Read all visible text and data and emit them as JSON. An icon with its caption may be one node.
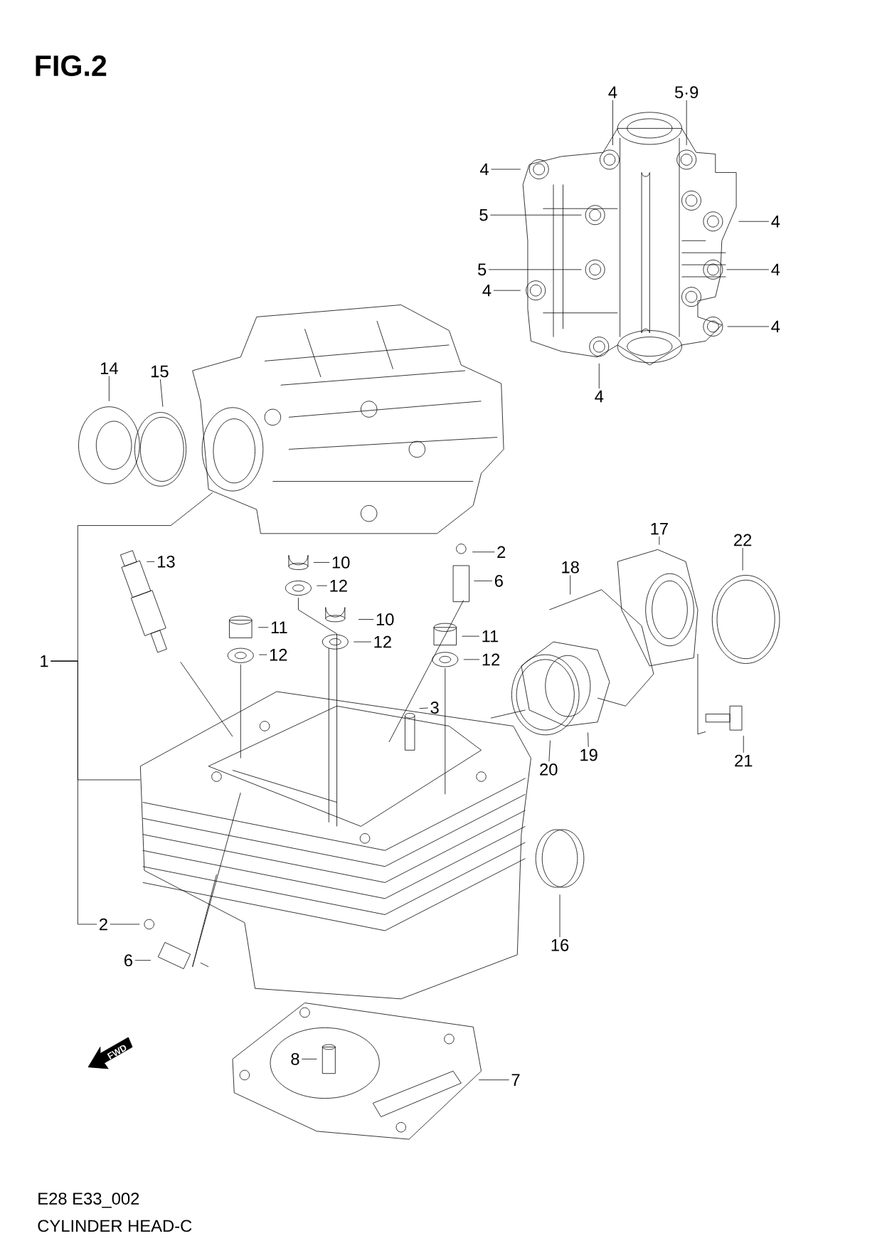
{
  "diagram": {
    "title": "FIG.2",
    "caption": "CYLINDER HEAD-C",
    "nodes": [
      {
        "text": [
          "4"
        ]
      },
      {
        "text": [
          "5·9"
        ]
      },
      {
        "text": [
          "4"
        ]
      },
      {
        "text": [
          "5"
        ]
      },
      {
        "text": [
          "4"
        ]
      },
      {
        "text": [
          "5"
        ]
      },
      {
        "text": [
          "4"
        ]
      },
      {
        "text": [
          "4"
        ]
      },
      {
        "text": [
          "4"
        ]
      },
      {
        "text": [
          "4"
        ]
      },
      {
        "text": [
          "14"
        ]
      },
      {
        "text": [
          "15"
        ]
      },
      {
        "text": [
          "13"
        ]
      },
      {
        "text": [
          "10"
        ]
      },
      {
        "text": [
          "2"
        ]
      },
      {
        "text": [
          "12"
        ]
      },
      {
        "text": [
          "6"
        ]
      },
      {
        "text": [
          "17"
        ]
      },
      {
        "text": [
          "22"
        ]
      },
      {
        "text": [
          "18"
        ]
      },
      {
        "text": [
          "10"
        ]
      },
      {
        "text": [
          "12"
        ]
      },
      {
        "text": [
          "11"
        ]
      },
      {
        "text": [
          "11"
        ]
      },
      {
        "text": [
          "12"
        ]
      },
      {
        "text": [
          "12"
        ]
      },
      {
        "text": [
          "1"
        ]
      },
      {
        "text": [
          "3"
        ]
      },
      {
        "text": [
          "20"
        ]
      },
      {
        "text": [
          "19"
        ]
      },
      {
        "text": [
          "21"
        ]
      },
      {
        "text": [
          "2"
        ]
      },
      {
        "text": [
          "6"
        ]
      },
      {
        "text": [
          "16"
        ]
      },
      {
        "text": [
          "8"
        ]
      },
      {
        "text": [
          "7"
        ]
      }
    ],
    "edges": [
      {
        "from": 0,
        "to": null,
        "arrow": "none"
      },
      {
        "from": 1,
        "to": null,
        "arrow": "none"
      },
      {
        "from": 2,
        "to": null,
        "arrow": "none"
      },
      {
        "from": 3,
        "to": null,
        "arrow": "none"
      },
      {
        "from": 4,
        "to": null,
        "arrow": "none"
      },
      {
        "from": 5,
        "to": null,
        "arrow": "none"
      },
      {
        "from": 6,
        "to": null,
        "arrow": "none"
      },
      {
        "from": 7,
        "to": null,
        "arrow": "none"
      },
      {
        "from": 8,
        "to": null,
        "arrow": "none"
      },
      {
        "from": 9,
        "to": null,
        "arrow": "none"
      },
      {
        "from": 10,
        "to": null,
        "arrow": "none"
      },
      {
        "from": 11,
        "to": null,
        "arrow": "none"
      },
      {
        "from": 12,
        "to": null,
        "arrow": "none"
      },
      {
        "from": 13,
        "to": null,
        "arrow": "none"
      },
      {
        "from": 14,
        "to": null,
        "arrow": "none"
      },
      {
        "from": 15,
        "to": null,
        "arrow": "none"
      },
      {
        "from": 16,
        "to": null,
        "arrow": "none"
      },
      {
        "from": 17,
        "to": null,
        "arrow": "none"
      },
      {
        "from": 18,
        "to": null,
        "arrow": "none"
      },
      {
        "from": 19,
        "to": null,
        "arrow": "none"
      },
      {
        "from": 20,
        "to": null,
        "arrow": "none"
      },
      {
        "from": 21,
        "to": null,
        "arrow": "none"
      },
      {
        "from": 22,
        "to": null,
        "arrow": "none"
      },
      {
        "from": 23,
        "to": null,
        "arrow": "none"
      },
      {
        "from": 24,
        "to": null,
        "arrow": "none"
      },
      {
        "from": 25,
        "to": null,
        "arrow": "none"
      },
      {
        "from": 27,
        "to": null,
        "arrow": "none"
      },
      {
        "from": 28,
        "to": null,
        "arrow": "none"
      },
      {
        "from": 29,
        "to": null,
        "arrow": "none"
      },
      {
        "from": 30,
        "to": null,
        "arrow": "none"
      },
      {
        "from": 31,
        "to": null,
        "arrow": "none"
      },
      {
        "from": 32,
        "to": null,
        "arrow": "none"
      },
      {
        "from": 33,
        "to": null,
        "arrow": "none"
      },
      {
        "from": 34,
        "to": null,
        "arrow": "none"
      },
      {
        "from": 35,
        "to": null,
        "arrow": "none"
      },
      {
        "from": 26,
        "to": null,
        "arrow": "none"
      },
      {
        "from": 26,
        "to": null,
        "arrow": "none"
      },
      {
        "from": 26,
        "to": 31,
        "arrow": "none"
      }
    ],
    "labels": [
      "FWD",
      "E28 E33_002"
    ]
  }
}
